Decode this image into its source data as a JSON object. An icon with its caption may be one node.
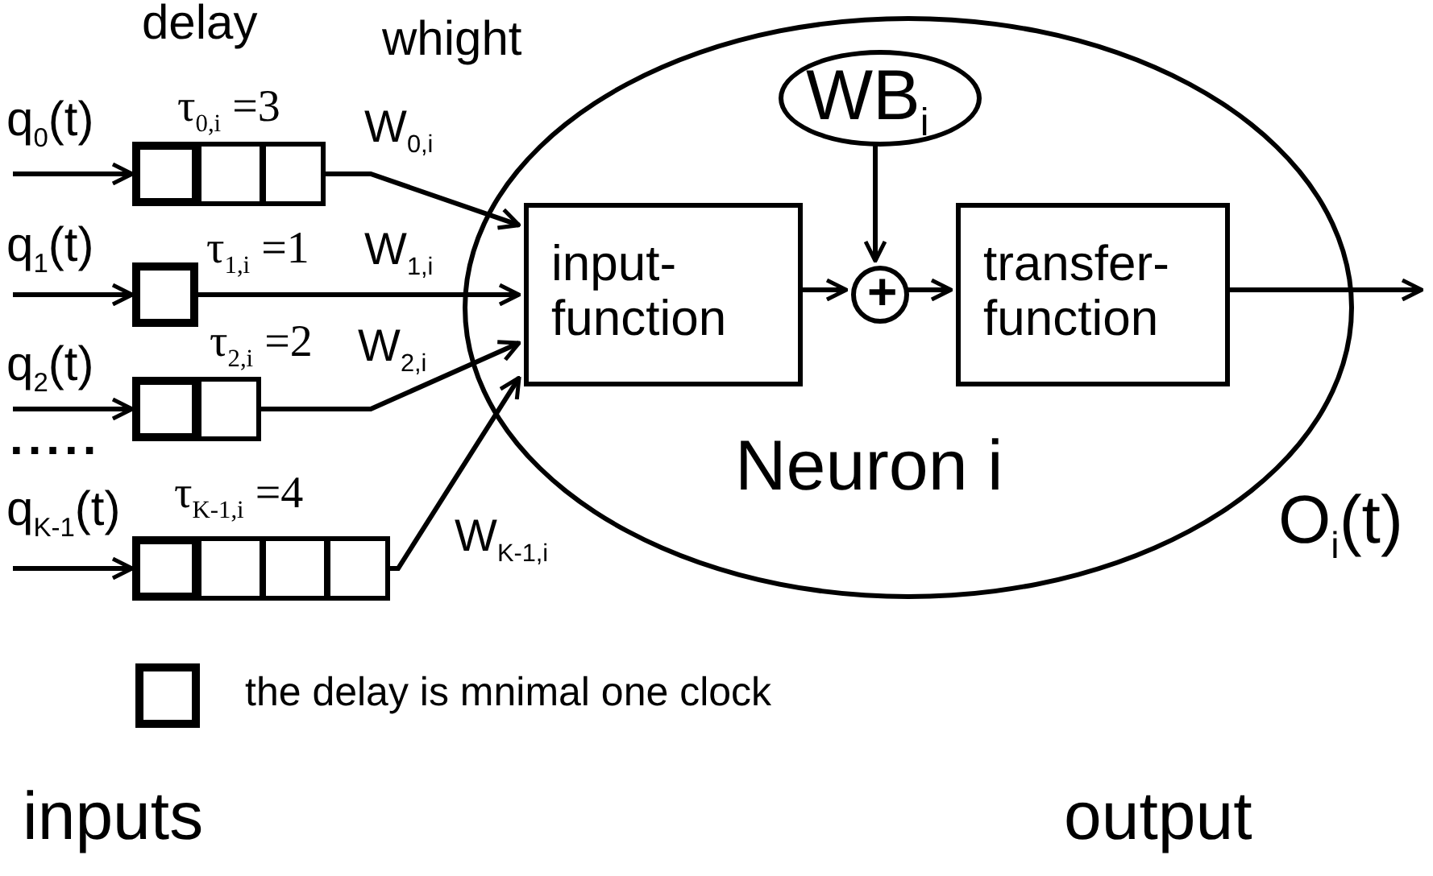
{
  "diagram": {
    "nodes": [
      {
        "text": [
          "Neuron i"
        ]
      },
      {
        "text": [
          "WB$_{i}$"
        ],
        "in": 0
      },
      {
        "text": [
          "input- function"
        ],
        "in": 0
      },
      {
        "text": [
          "+"
        ],
        "in": 0
      },
      {
        "text": [
          "transfer- function"
        ],
        "in": 0
      },
      {
        "text": [],
        "shape": "box",
        "beside": [
          "q$_{0}$(t)",
          "τ$_{0,i}$ =3"
        ]
      },
      {
        "text": [],
        "shape": "box",
        "beside": [
          "q$_{1}$(t)",
          "τ$_{1,i}$ =1"
        ]
      },
      {
        "text": [],
        "shape": "box",
        "beside": [
          "q$_{2}$(t)",
          "τ$_{2,i}$ =2"
        ]
      },
      {
        "text": [],
        "shape": "box",
        "beside": [
          "q$_{K-1}$(t)",
          "τ$_{K-1,i}$ =4"
        ]
      }
    ],
    "edges": [
      {
        "from": null,
        "to": 5,
        "arrow": "to"
      },
      {
        "from": null,
        "to": 6,
        "arrow": "to"
      },
      {
        "from": null,
        "to": 7,
        "arrow": "to"
      },
      {
        "from": null,
        "to": 8,
        "arrow": "to"
      },
      {
        "from": 5,
        "to": 2,
        "arrow": "to",
        "label": "W$_{0,i}$"
      },
      {
        "from": 6,
        "to": 2,
        "arrow": "to",
        "label": "W$_{1,i}$"
      },
      {
        "from": 7,
        "to": 2,
        "arrow": "to",
        "label": "W$_{2,i}$"
      },
      {
        "from": 8,
        "to": 2,
        "arrow": "to",
        "label": "W$_{K-1,i}$"
      },
      {
        "from": 1,
        "to": 3,
        "arrow": "to"
      },
      {
        "from": 2,
        "to": 3,
        "arrow": "to"
      },
      {
        "from": 3,
        "to": 4,
        "arrow": "to"
      },
      {
        "from": 4,
        "to": null,
        "arrow": "to",
        "label": "O$_{i}$(t)"
      }
    ],
    "labels": [
      "delay",
      "whight",
      ".....",
      "inputs",
      "output"
    ],
    "legend": [
      {
        "text": "the delay is mnimal one clock"
      }
    ]
  }
}
